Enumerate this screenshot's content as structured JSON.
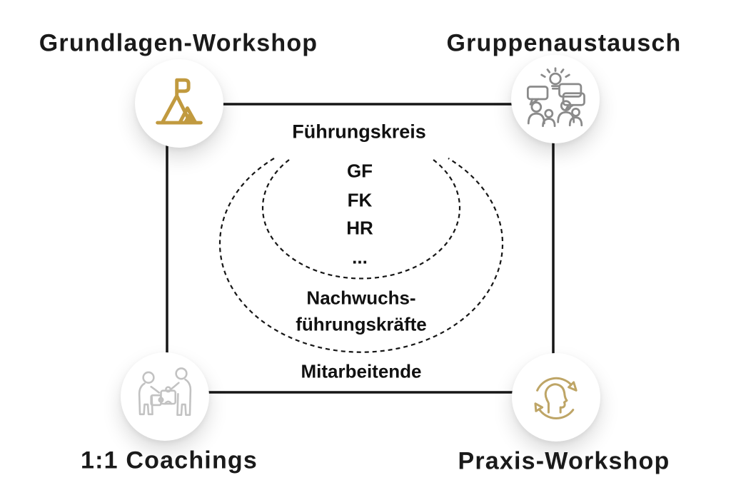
{
  "diagram": {
    "corner_items": [
      {
        "label": "Grundlagen-Workshop",
        "icon": "mountain-flag-icon"
      },
      {
        "label": "Gruppenaustausch",
        "icon": "group-discussion-idea-icon"
      },
      {
        "label": "1:1 Coachings",
        "icon": "people-puzzle-icon"
      },
      {
        "label": "Praxis-Workshop",
        "icon": "head-cycle-icon"
      }
    ],
    "center": {
      "title": "Führungskreis",
      "inner_group": [
        "GF",
        "FK",
        "HR",
        "..."
      ],
      "middle_group_line1": "Nachwuchs-",
      "middle_group_line2": "führungskräfte",
      "outer_group": "Mitarbeitende"
    },
    "colors": {
      "gold": "#C19A3F",
      "gold_muted": "#BEA566",
      "gray": "#8A8A8A",
      "gray_light": "#C2C2C2",
      "line": "#161616"
    }
  }
}
